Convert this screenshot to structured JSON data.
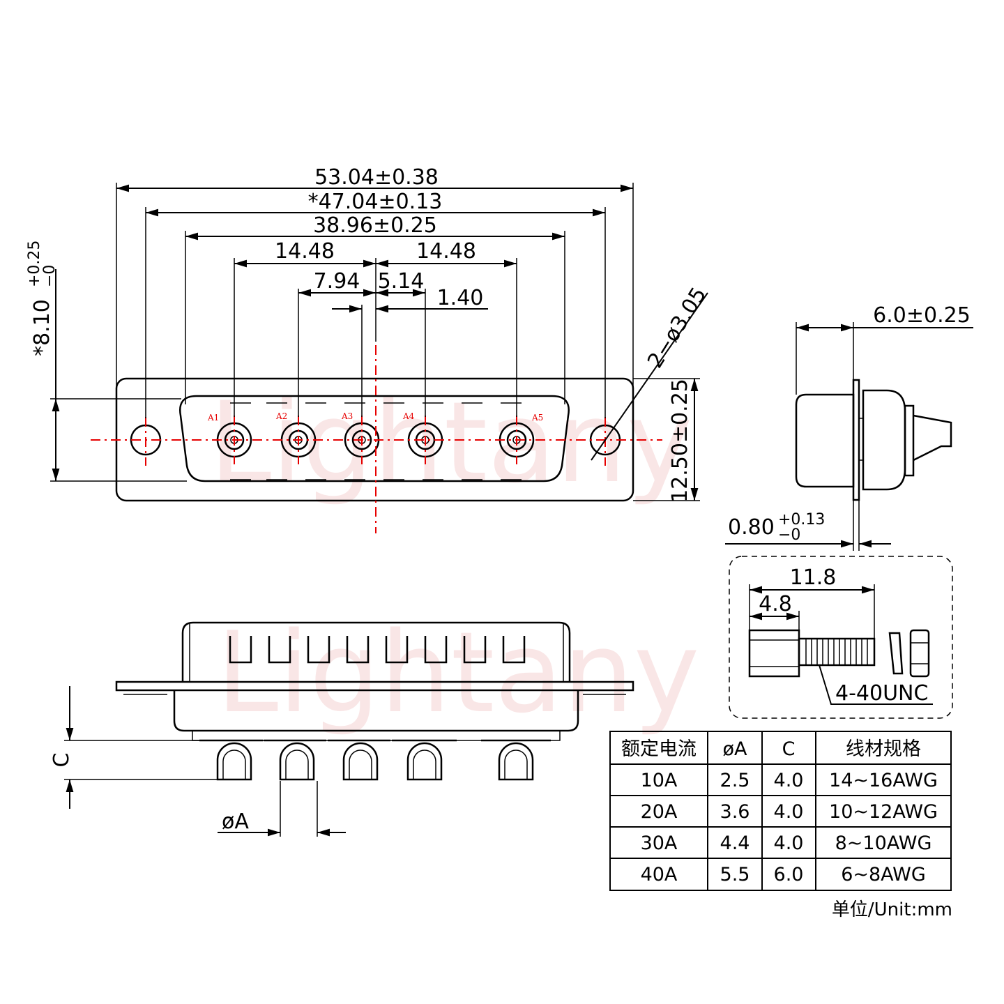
{
  "watermark": "Lightany",
  "front_view": {
    "dims": {
      "overall_width": "53.04±0.38",
      "mount_spacing": "*47.04±0.13",
      "shell_width": "38.96±0.25",
      "pitch_left": "14.48",
      "pitch_right": "14.48",
      "pitch_inner_left": "7.94",
      "pitch_inner_right": "5.14",
      "offset": "1.40",
      "mount_hole": "2−ø3.05",
      "shell_height": "*8.10",
      "shell_height_tol_plus": "+0.25",
      "shell_height_tol_minus": "−0",
      "flange_height": "12.50±0.25"
    },
    "pins": [
      "A1",
      "A2",
      "A3",
      "A4",
      "A5"
    ]
  },
  "side_view": {
    "dims": {
      "depth": "6.0±0.25",
      "flange_thickness": "0.80",
      "flange_tol_plus": "+0.13",
      "flange_tol_minus": "−0"
    }
  },
  "screw_detail": {
    "dims": {
      "total_length": "11.8",
      "head_length": "4.8",
      "thread": "4-40UNC"
    }
  },
  "bottom_view": {
    "labels": {
      "c_dim": "C",
      "a_dim": "øA"
    }
  },
  "spec_table": {
    "headers": [
      "额定电流",
      "øA",
      "C",
      "线材规格"
    ],
    "rows": [
      [
        "10A",
        "2.5",
        "4.0",
        "14~16AWG"
      ],
      [
        "20A",
        "3.6",
        "4.0",
        "10~12AWG"
      ],
      [
        "30A",
        "4.4",
        "4.0",
        "8~10AWG"
      ],
      [
        "40A",
        "5.5",
        "6.0",
        "6~8AWG"
      ]
    ]
  },
  "unit_note": "单位/Unit:mm"
}
